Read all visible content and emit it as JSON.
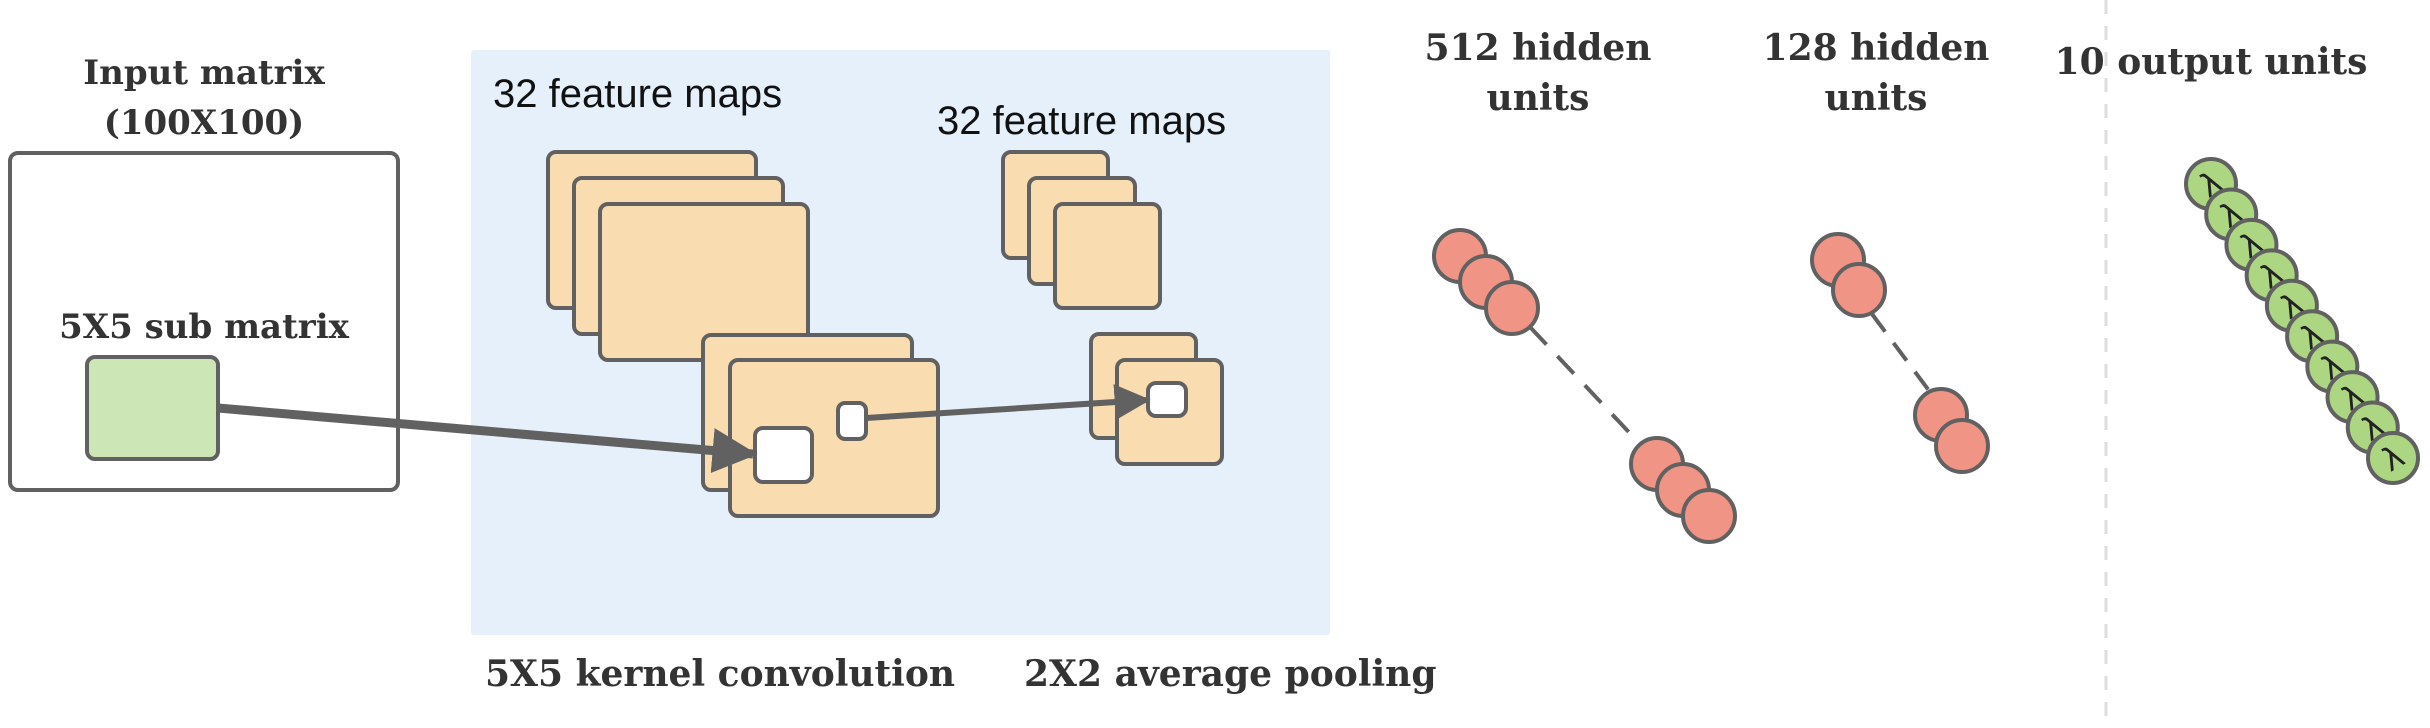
{
  "colors": {
    "panel": "#e5f0fb",
    "feature_map": "#f9dcb0",
    "sub_matrix": "#cde6b5",
    "hidden_unit": "#f09485",
    "output_unit": "#acd681",
    "stroke": "#616161",
    "divider": "#dddddd"
  },
  "input": {
    "title_line1": "Input matrix",
    "title_line2": "(100X100)",
    "sub_label": "5X5 sub matrix"
  },
  "conv": {
    "stack1_label": "32 feature maps",
    "stack2_label": "32 feature maps",
    "conv_caption": "5X5 kernel convolution",
    "pool_caption": "2X2 average pooling"
  },
  "layers": [
    {
      "title_line1": "512 hidden",
      "title_line2": "units",
      "units": 512
    },
    {
      "title_line1": "128 hidden",
      "title_line2": "units",
      "units": 128
    }
  ],
  "output": {
    "title": "10 output units",
    "units": 10,
    "unit_symbol": "λ"
  }
}
